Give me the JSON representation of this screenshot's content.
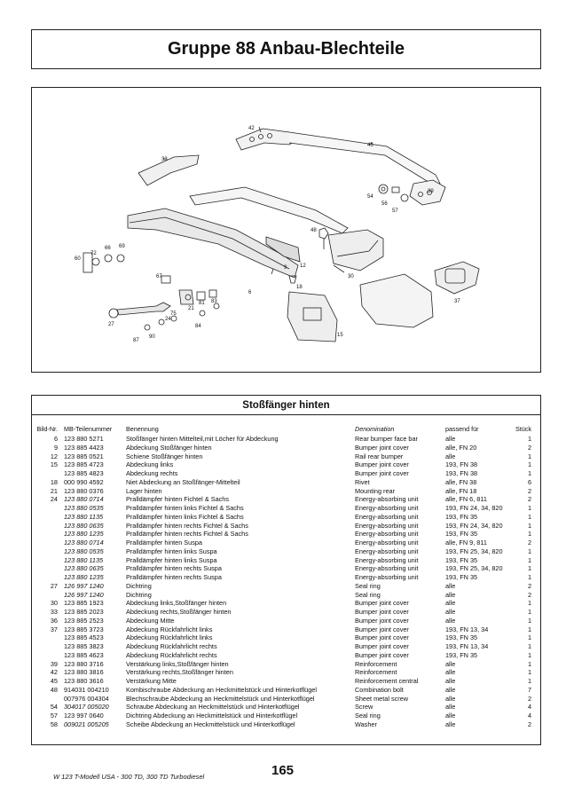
{
  "page_title": "Gruppe 88 Anbau-Blechteile",
  "diagram": {
    "labels": [
      "42",
      "45",
      "33",
      "39",
      "54",
      "56",
      "57",
      "60",
      "72",
      "66",
      "69",
      "48",
      "9",
      "12",
      "30",
      "6",
      "37",
      "67",
      "18",
      "21",
      "75",
      "81",
      "83",
      "27",
      "24",
      "84",
      "87",
      "90",
      "15"
    ]
  },
  "table": {
    "title": "Stoßfänger hinten",
    "headers": {
      "bild_nr": "Bild-Nr.",
      "mb_nr": "MB-Teilenummer",
      "benennung": "Benennung",
      "denomination": "Denomination",
      "passend": "passend für",
      "stueck": "Stück"
    },
    "rows": [
      {
        "nr": "6",
        "mb": "123 880 5271",
        "ben": "Stoßfänger hinten Mittelteil,mit Löcher für Abdeckung",
        "den": "Rear bumper face bar",
        "pass": "alle",
        "st": "1",
        "it": false
      },
      {
        "nr": "9",
        "mb": "123 885 4423",
        "ben": "Abdeckung Stoßfänger hinten",
        "den": "Bumper joint cover",
        "pass": "alle, FN 20",
        "st": "2",
        "it": false
      },
      {
        "nr": "12",
        "mb": "123 885 0521",
        "ben": "Schiene Stoßfänger hinten",
        "den": "Rail rear bumper",
        "pass": "alle",
        "st": "1",
        "it": false
      },
      {
        "nr": "15",
        "mb": "123 885 4723",
        "ben": "Abdeckung links",
        "den": "Bumper joint cover",
        "pass": "193, FN 38",
        "st": "1",
        "it": false
      },
      {
        "nr": "",
        "mb": "123 885 4823",
        "ben": "Abdeckung rechts",
        "den": "Bumper joint cover",
        "pass": "193, FN 38",
        "st": "1",
        "it": false
      },
      {
        "nr": "18",
        "mb": "000 990 4592",
        "ben": "Niet Abdeckung an Stoßfänger-Mittelteil",
        "den": "Rivet",
        "pass": "alle, FN 38",
        "st": "6",
        "it": false
      },
      {
        "nr": "21",
        "mb": "123 880 0376",
        "ben": "Lager hinten",
        "den": "Mounting rear",
        "pass": "alle, FN 18",
        "st": "2",
        "it": false
      },
      {
        "nr": "24",
        "mb": "123 880 0714",
        "ben": "Pralldämpfer hinten Fichtel & Sachs",
        "den": "Energy-absorbing unit",
        "pass": "alle, FN 6, 811",
        "st": "2",
        "it": true
      },
      {
        "nr": "",
        "mb": "123 880 0535",
        "ben": "Pralldämpfer hinten links Fichtel & Sachs",
        "den": "Energy-absorbing unit",
        "pass": "193, FN 24, 34, 820",
        "st": "1",
        "it": true
      },
      {
        "nr": "",
        "mb": "123 880 1135",
        "ben": "Pralldämpfer hinten links Fichtel & Sachs",
        "den": "Energy-absorbing unit",
        "pass": "193, FN 35",
        "st": "1",
        "it": true
      },
      {
        "nr": "",
        "mb": "123 880 0635",
        "ben": "Pralldämpfer hinten rechts Fichtel & Sachs",
        "den": "Energy-absorbing unit",
        "pass": "193, FN 24, 34, 820",
        "st": "1",
        "it": true
      },
      {
        "nr": "",
        "mb": "123 880 1235",
        "ben": "Pralldämpfer hinten rechts Fichtel & Sachs",
        "den": "Energy-absorbing unit",
        "pass": "193, FN 35",
        "st": "1",
        "it": true
      },
      {
        "nr": "",
        "mb": "123 880 0714",
        "ben": "Pralldämpfer hinten Suspa",
        "den": "Energy-absorbing unit",
        "pass": "alle, FN 9, 811",
        "st": "2",
        "it": true
      },
      {
        "nr": "",
        "mb": "123 880 0535",
        "ben": "Pralldämpfer hinten links Suspa",
        "den": "Energy-absorbing unit",
        "pass": "193, FN 25, 34, 820",
        "st": "1",
        "it": true
      },
      {
        "nr": "",
        "mb": "123 880 1135",
        "ben": "Pralldämpfer hinten links Suspa",
        "den": "Energy-absorbing unit",
        "pass": "193, FN 35",
        "st": "1",
        "it": true
      },
      {
        "nr": "",
        "mb": "123 880 0635",
        "ben": "Pralldämpfer hinten rechts Suspa",
        "den": "Energy-absorbing unit",
        "pass": "193, FN 25, 34, 820",
        "st": "1",
        "it": true
      },
      {
        "nr": "",
        "mb": "123 880 1235",
        "ben": "Pralldämpfer hinten rechts Suspa",
        "den": "Energy-absorbing unit",
        "pass": "193, FN 35",
        "st": "1",
        "it": true
      },
      {
        "nr": "27",
        "mb": "126 997 1240",
        "ben": "Dichtring",
        "den": "Seal ring",
        "pass": "alle",
        "st": "2",
        "it": true
      },
      {
        "nr": "",
        "mb": "126 997 1240",
        "ben": "Dichtring",
        "den": "Seal ring",
        "pass": "alle",
        "st": "2",
        "it": true
      },
      {
        "nr": "30",
        "mb": "123 885 1923",
        "ben": "Abdeckung links,Stoßfänger hinten",
        "den": "Bumper joint cover",
        "pass": "alle",
        "st": "1",
        "it": false
      },
      {
        "nr": "33",
        "mb": "123 885 2023",
        "ben": "Abdeckung rechts,Stoßfänger hinten",
        "den": "Bumper joint cover",
        "pass": "alle",
        "st": "1",
        "it": false
      },
      {
        "nr": "36",
        "mb": "123 885 2523",
        "ben": "Abdeckung Mitte",
        "den": "Bumper joint cover",
        "pass": "alle",
        "st": "1",
        "it": false
      },
      {
        "nr": "37",
        "mb": "123 885 3723",
        "ben": "Abdeckung Rückfahrlicht links",
        "den": "Bumper joint cover",
        "pass": "193, FN 13, 34",
        "st": "1",
        "it": false
      },
      {
        "nr": "",
        "mb": "123 885 4523",
        "ben": "Abdeckung Rückfahrlicht links",
        "den": "Bumper joint cover",
        "pass": "193, FN 35",
        "st": "1",
        "it": false
      },
      {
        "nr": "",
        "mb": "123 885 3823",
        "ben": "Abdeckung Rückfahrlicht rechts",
        "den": "Bumper joint cover",
        "pass": "193, FN 13, 34",
        "st": "1",
        "it": false
      },
      {
        "nr": "",
        "mb": "123 885 4623",
        "ben": "Abdeckung Rückfahrlicht rechts",
        "den": "Bumper joint cover",
        "pass": "193, FN 35",
        "st": "1",
        "it": false
      },
      {
        "nr": "39",
        "mb": "123 880 3716",
        "ben": "Verstärkung links,Stoßfänger hinten",
        "den": "Reinforcement",
        "pass": "alle",
        "st": "1",
        "it": false
      },
      {
        "nr": "42",
        "mb": "123 880 3816",
        "ben": "Verstärkung rechts,Stoßfänger hinten",
        "den": "Reinforcement",
        "pass": "alle",
        "st": "1",
        "it": false
      },
      {
        "nr": "45",
        "mb": "123 880 3616",
        "ben": "Verstärkung Mitte",
        "den": "Reinforcement central",
        "pass": "alle",
        "st": "1",
        "it": false
      },
      {
        "nr": "48",
        "mb": "914031 004210",
        "ben": "Kombischraube Abdeckung an Heckmittelstück und Hinterkotflügel",
        "den": "Combination bolt",
        "pass": "alle",
        "st": "7",
        "it": false
      },
      {
        "nr": "",
        "mb": "007976 004304",
        "ben": "Blechschraube Abdeckung an Heckmittelstück und Hinterkotflügel",
        "den": "Sheet metal screw",
        "pass": "alle",
        "st": "2",
        "it": false
      },
      {
        "nr": "54",
        "mb": "304017 005020",
        "ben": "Schraube Abdeckung an Heckmittelstück und Hinterkotflügel",
        "den": "Screw",
        "pass": "alle",
        "st": "4",
        "it": true
      },
      {
        "nr": "57",
        "mb": "123 997 0640",
        "ben": "Dichtring Abdeckung an Heckmittelstück und Hinterkotflügel",
        "den": "Seal ring",
        "pass": "alle",
        "st": "4",
        "it": false
      },
      {
        "nr": "58",
        "mb": "009021 005205",
        "ben": "Scheibe Abdeckung an Heckmittelstück und Hinterkotflügel",
        "den": "Washer",
        "pass": "alle",
        "st": "2",
        "it": true
      }
    ]
  },
  "footer": {
    "model_text": "W 123 T-Modell USA - 300 TD, 300 TD Turbodiesel",
    "page_number": "165"
  }
}
